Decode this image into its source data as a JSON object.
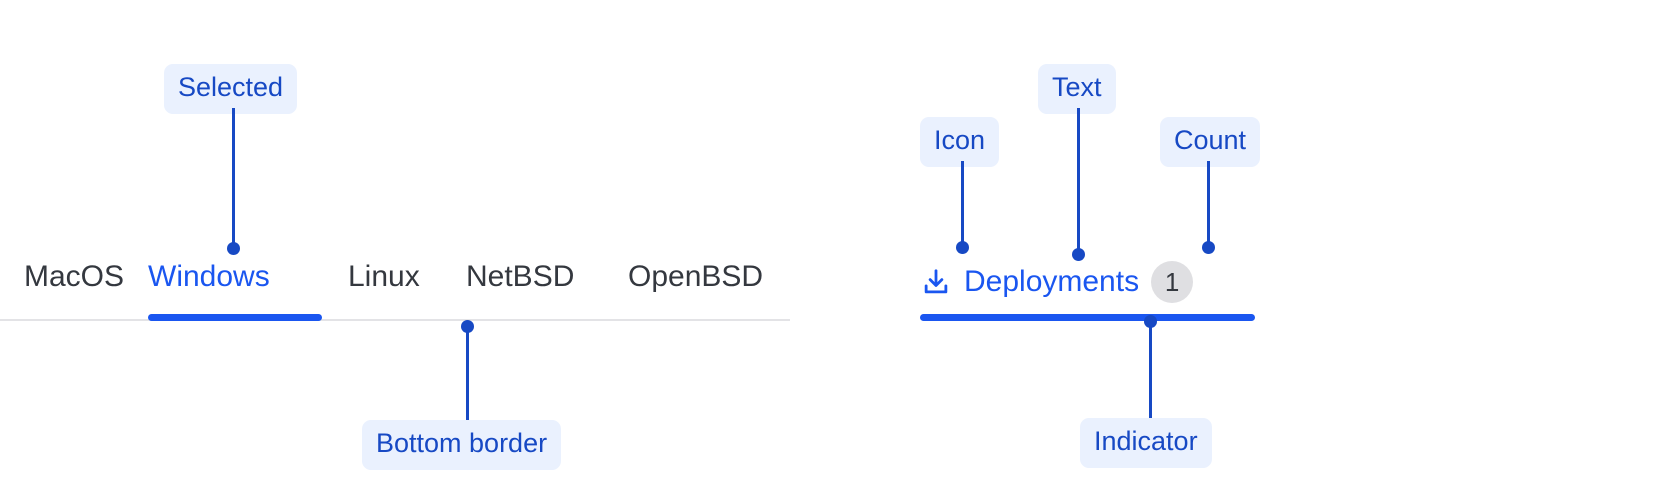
{
  "palette": {
    "accent": "#1a56f0",
    "annotation_text": "#1749c4",
    "annotation_bg": "#eaf1fe",
    "tab_text": "#34383f",
    "divider": "#e3e3e6",
    "badge_bg": "#dfdfe2"
  },
  "tabstrip": {
    "tabs": [
      {
        "label": "MacOS",
        "selected": false
      },
      {
        "label": "Windows",
        "selected": true
      },
      {
        "label": "Linux",
        "selected": false
      },
      {
        "label": "NetBSD",
        "selected": false
      },
      {
        "label": "OpenBSD",
        "selected": false
      }
    ]
  },
  "deployments_tab": {
    "icon": "download-icon",
    "label": "Deployments",
    "count": "1",
    "selected": true
  },
  "annotations": {
    "selected": "Selected",
    "bottom_border": "Bottom border",
    "icon": "Icon",
    "text": "Text",
    "count": "Count",
    "indicator": "Indicator"
  }
}
